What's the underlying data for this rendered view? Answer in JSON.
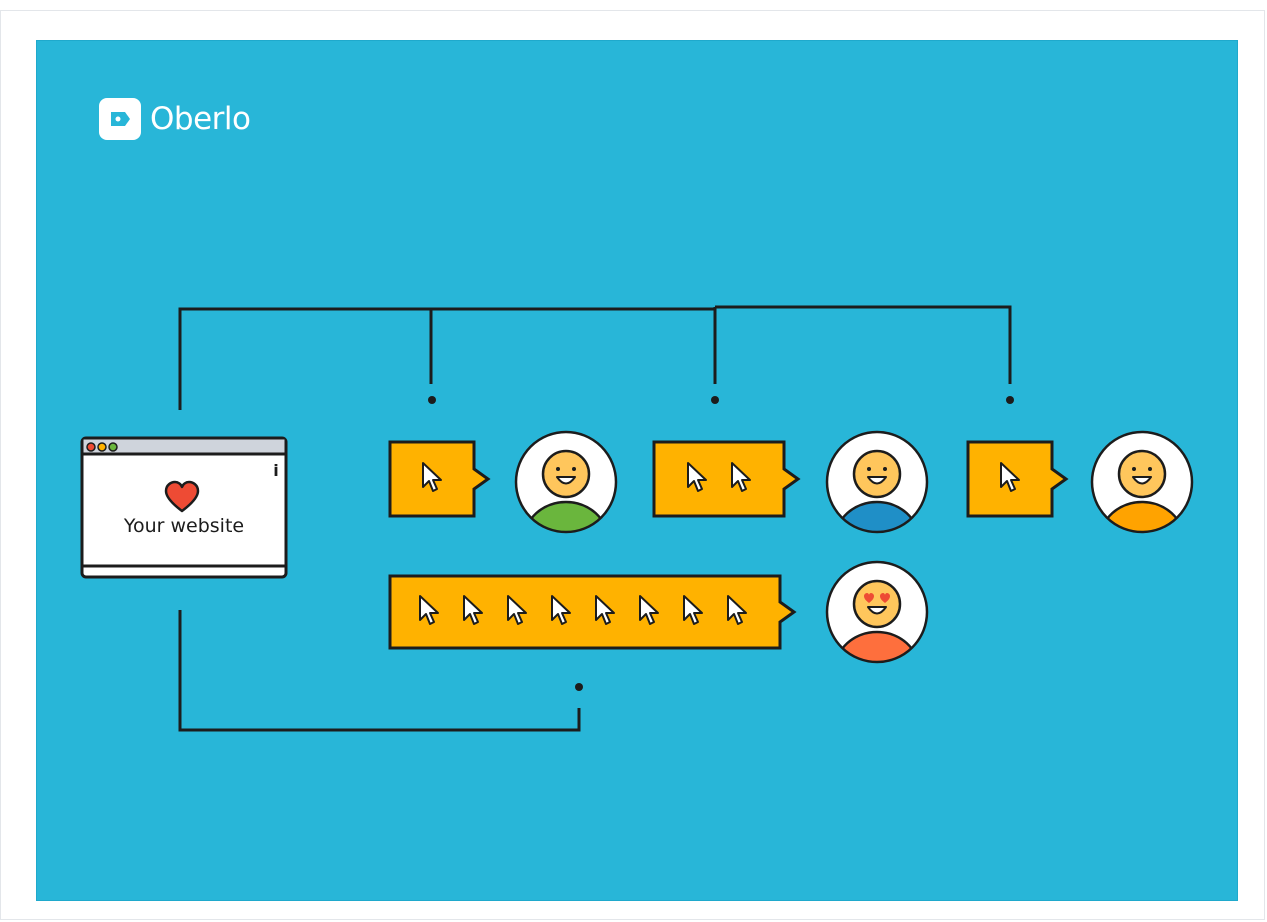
{
  "brand": {
    "name": "Oberlo",
    "logo_icon": "tag-icon"
  },
  "website": {
    "label": "Your website",
    "icon": "heart-icon",
    "info_glyph": "i"
  },
  "visitors": [
    {
      "clicks": 1,
      "mood": "smile",
      "shirt_color": "#6ab63d"
    },
    {
      "clicks": 2,
      "mood": "smile",
      "shirt_color": "#1f8fc7"
    },
    {
      "clicks": 1,
      "mood": "smile",
      "shirt_color": "#ffa300"
    },
    {
      "clicks": 8,
      "mood": "heart-eyes",
      "shirt_color": "#fe6f3d"
    }
  ],
  "colors": {
    "background": "#28b6d8",
    "click_bubble": "#ffb200",
    "face": "#ffc65c",
    "heart": "#ee4b34",
    "outline": "#1c1c1c"
  }
}
